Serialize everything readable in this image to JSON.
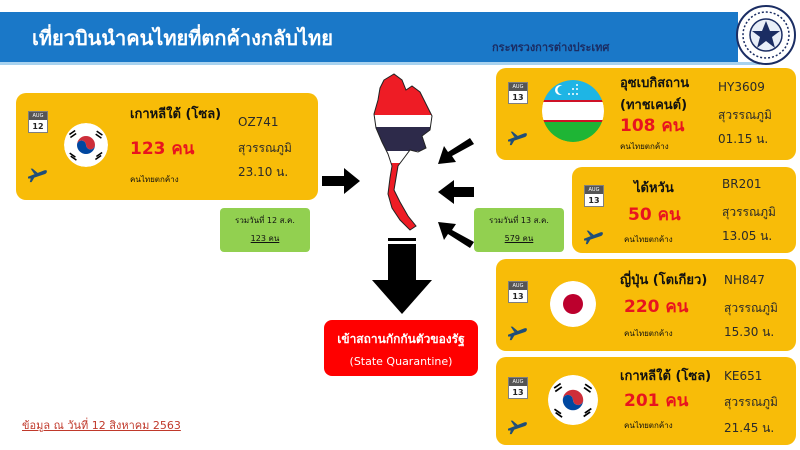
{
  "header": {
    "title": "เที่ยวบินนำคนไทยที่ตกค้างกลับไทย"
  },
  "ministry": "กระทรวงการต่างประเทศ",
  "colors": {
    "header": "#1a78c8",
    "card": "#f8bc08",
    "summary": "#92d050",
    "quarantine": "#ff0000",
    "count": "#e8141f",
    "plane": "#1f4e79"
  },
  "flights": [
    {
      "cal_month": "AUG",
      "cal_day": "12",
      "country": "เกาหลีใต้ (โซล)",
      "count": "123 คน",
      "label": "คนไทยตกค้าง",
      "flight": "OZ741",
      "airport": "สุวรรณภูมิ",
      "time": "23.10 น.",
      "flag": "south-korea-flag"
    },
    {
      "cal_month": "AUG",
      "cal_day": "13",
      "country": "อุซเบกิสถาน (ทาชเคนต์)",
      "country_line1": "อุซเบกิสถาน",
      "country_line2": "(ทาชเคนต์)",
      "count": "108 คน",
      "label": "คนไทยตกค้าง",
      "flight": "HY3609",
      "airport": "สุวรรณภูมิ",
      "time": "01.15 น.",
      "flag": "uzbekistan-flag"
    },
    {
      "cal_month": "AUG",
      "cal_day": "13",
      "country": "ได้หวัน",
      "count": "50 คน",
      "label": "คนไทยตกค้าง",
      "flight": "BR201",
      "airport": "สุวรรณภูมิ",
      "time": "13.05 น.",
      "flag": ""
    },
    {
      "cal_month": "AUG",
      "cal_day": "13",
      "country": "ญี่ปุ่น (โตเกียว)",
      "count": "220 คน",
      "label": "คนไทยตกค้าง",
      "flight": "NH847",
      "airport": "สุวรรณภูมิ",
      "time": "15.30 น.",
      "flag": "japan-flag"
    },
    {
      "cal_month": "AUG",
      "cal_day": "13",
      "country": "เกาหลีใต้ (โซล)",
      "count": "201 คน",
      "label": "คนไทยตกค้าง",
      "flight": "KE651",
      "airport": "สุวรรณภูมิ",
      "time": "21.45 น.",
      "flag": "south-korea-flag"
    }
  ],
  "summaries": [
    {
      "line1": "รวมวันที่ 12 ส.ค.",
      "line2": "123 คน"
    },
    {
      "line1": "รวมวันที่ 13 ส.ค.",
      "line2": "579 คน"
    }
  ],
  "quarantine": {
    "line1": "เข้าสถานกักกันตัวของรัฐ",
    "line2": "(State Quarantine)"
  },
  "footnote": "ข้อมูล ณ วันที่ 12 สิงหาคม 2563",
  "icons": {
    "calendar": "calendar-icon",
    "plane": "airplane-icon",
    "arrow": "arrow-icon",
    "map": "thailand-map-icon",
    "seal": "ministry-seal-icon"
  }
}
